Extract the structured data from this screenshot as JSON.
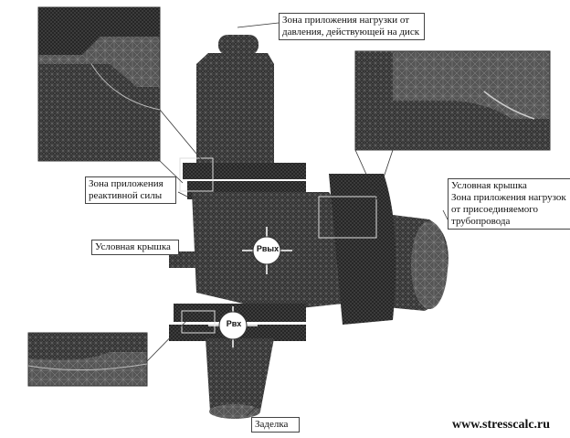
{
  "labels": {
    "pressure_disk": "Зона приложения нагрузки от давления, действующей на диск",
    "reactive_force": "Зона приложения реактивной силы",
    "cap_right": "Условная крышка\nЗона приложения нагрузок от присоединяемого трубопровода",
    "cap_left": "Условная крышка",
    "fixed": "Заделка"
  },
  "markers": {
    "outlet": "Pвых",
    "inlet": "Pвх"
  },
  "footer": {
    "url": "www.stresscalc.ru"
  },
  "colors": {
    "mesh_fill": "#2f2f2f",
    "mesh_line": "#6a6a6a",
    "background": "#ffffff"
  }
}
